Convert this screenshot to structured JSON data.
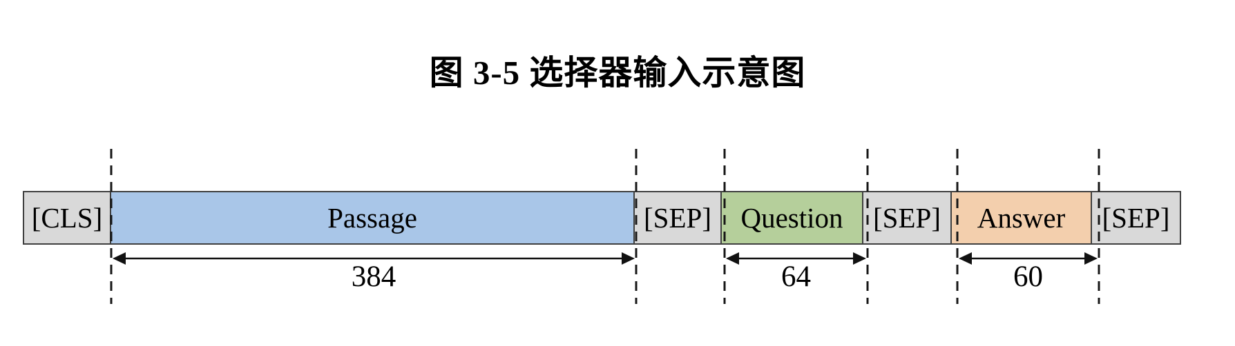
{
  "figure": {
    "title": "图 3-5 选择器输入示意图"
  },
  "sequence": {
    "segments": [
      {
        "label": "[CLS]",
        "kind": "special-token",
        "color": "#d9d9d9"
      },
      {
        "label": "Passage",
        "kind": "content",
        "color": "#a9c6e8",
        "max_length": "384"
      },
      {
        "label": "[SEP]",
        "kind": "special-token",
        "color": "#d9d9d9"
      },
      {
        "label": "Question",
        "kind": "content",
        "color": "#b5cf9b",
        "max_length": "64"
      },
      {
        "label": "[SEP]",
        "kind": "special-token",
        "color": "#d9d9d9"
      },
      {
        "label": "Answer",
        "kind": "content",
        "color": "#f3cfad",
        "max_length": "60"
      },
      {
        "label": "[SEP]",
        "kind": "special-token",
        "color": "#d9d9d9"
      }
    ],
    "measurements": [
      {
        "segment": "Passage",
        "value": "384"
      },
      {
        "segment": "Question",
        "value": "64"
      },
      {
        "segment": "Answer",
        "value": "60"
      }
    ]
  },
  "style_colors": {
    "segment_border": "#3f3f3f",
    "dashed_line": "#161616",
    "arrow": "#111111",
    "background": "#ffffff"
  }
}
